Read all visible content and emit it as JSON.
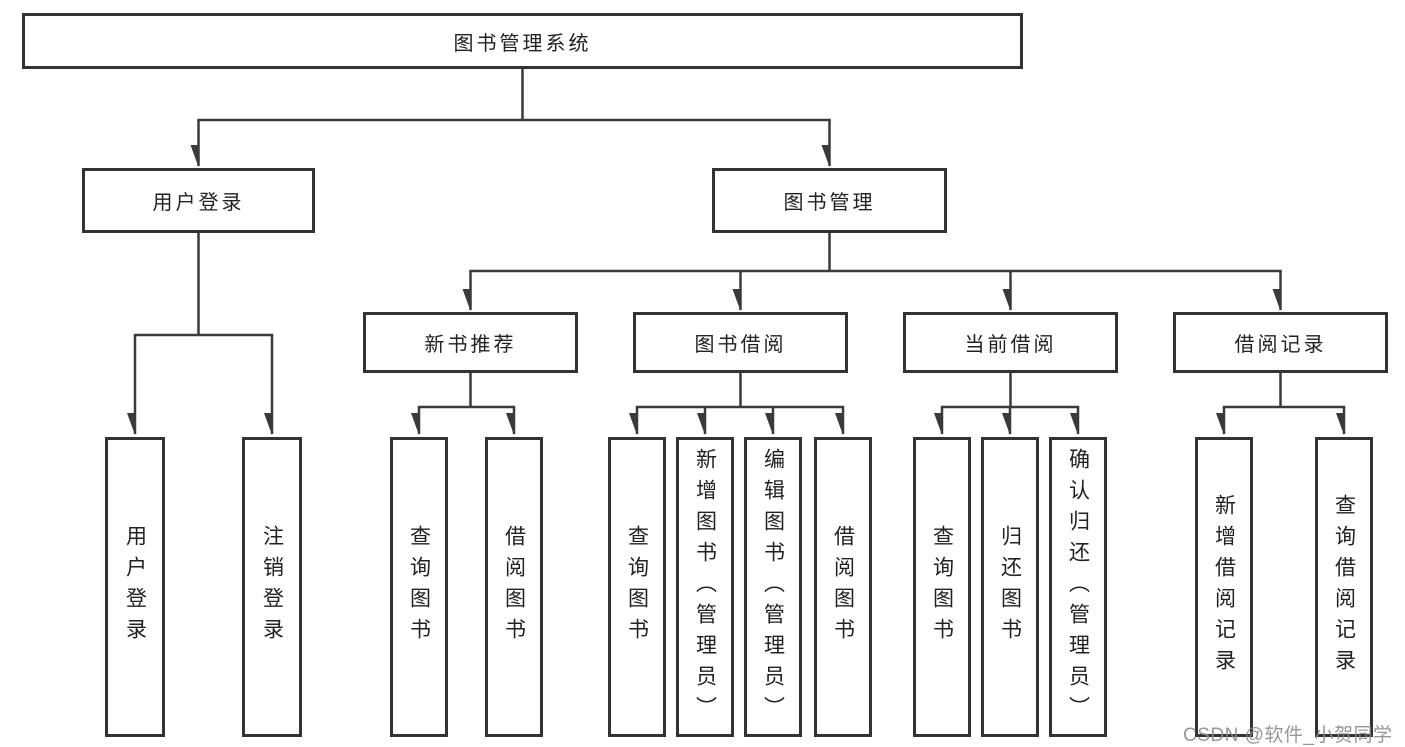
{
  "tree": {
    "label": "图书管理系统",
    "children": [
      {
        "label": "用户登录",
        "children": [
          {
            "label": "用户登录"
          },
          {
            "label": "注销登录"
          }
        ]
      },
      {
        "label": "图书管理",
        "children": [
          {
            "label": "新书推荐",
            "children": [
              {
                "label": "查询图书"
              },
              {
                "label": "借阅图书"
              }
            ]
          },
          {
            "label": "图书借阅",
            "children": [
              {
                "label": "查询图书"
              },
              {
                "label": "新增图书（管理员）"
              },
              {
                "label": "编辑图书（管理员）"
              },
              {
                "label": "借阅图书"
              }
            ]
          },
          {
            "label": "当前借阅",
            "children": [
              {
                "label": "查询图书"
              },
              {
                "label": "归还图书"
              },
              {
                "label": "确认归还（管理员）"
              }
            ]
          },
          {
            "label": "借阅记录",
            "children": [
              {
                "label": "新增借阅记录"
              },
              {
                "label": "查询借阅记录"
              }
            ]
          }
        ]
      }
    ]
  },
  "watermark": {
    "text": "CSDN @软件_小贺同学"
  },
  "colors": {
    "line": "#3a3a3a",
    "box_border": "#333333",
    "text": "#222222",
    "watermark": "#8c8c8c",
    "background": "#ffffff"
  }
}
